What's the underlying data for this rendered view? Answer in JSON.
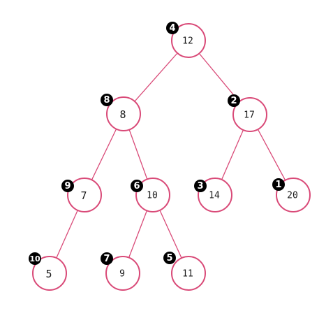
{
  "colors": {
    "edge": "#d94a78",
    "node_border": "#d94a78",
    "badge": "#000000"
  },
  "tree": {
    "nodes": [
      {
        "id": "n12",
        "value": "12",
        "badge": "4"
      },
      {
        "id": "n8",
        "value": "8",
        "badge": "8"
      },
      {
        "id": "n17",
        "value": "17",
        "badge": "2"
      },
      {
        "id": "n7",
        "value": "7",
        "badge": "9"
      },
      {
        "id": "n10",
        "value": "10",
        "badge": "6"
      },
      {
        "id": "n14",
        "value": "14",
        "badge": "3"
      },
      {
        "id": "n20",
        "value": "20",
        "badge": "1"
      },
      {
        "id": "n5",
        "value": "5",
        "badge": "10"
      },
      {
        "id": "n9",
        "value": "9",
        "badge": "7"
      },
      {
        "id": "n11",
        "value": "11",
        "badge": "5"
      }
    ],
    "edges": [
      {
        "from": "n12",
        "to": "n8"
      },
      {
        "from": "n12",
        "to": "n17"
      },
      {
        "from": "n8",
        "to": "n7"
      },
      {
        "from": "n8",
        "to": "n10"
      },
      {
        "from": "n17",
        "to": "n14"
      },
      {
        "from": "n17",
        "to": "n20"
      },
      {
        "from": "n7",
        "to": "n5"
      },
      {
        "from": "n10",
        "to": "n9"
      },
      {
        "from": "n10",
        "to": "n11"
      }
    ]
  }
}
